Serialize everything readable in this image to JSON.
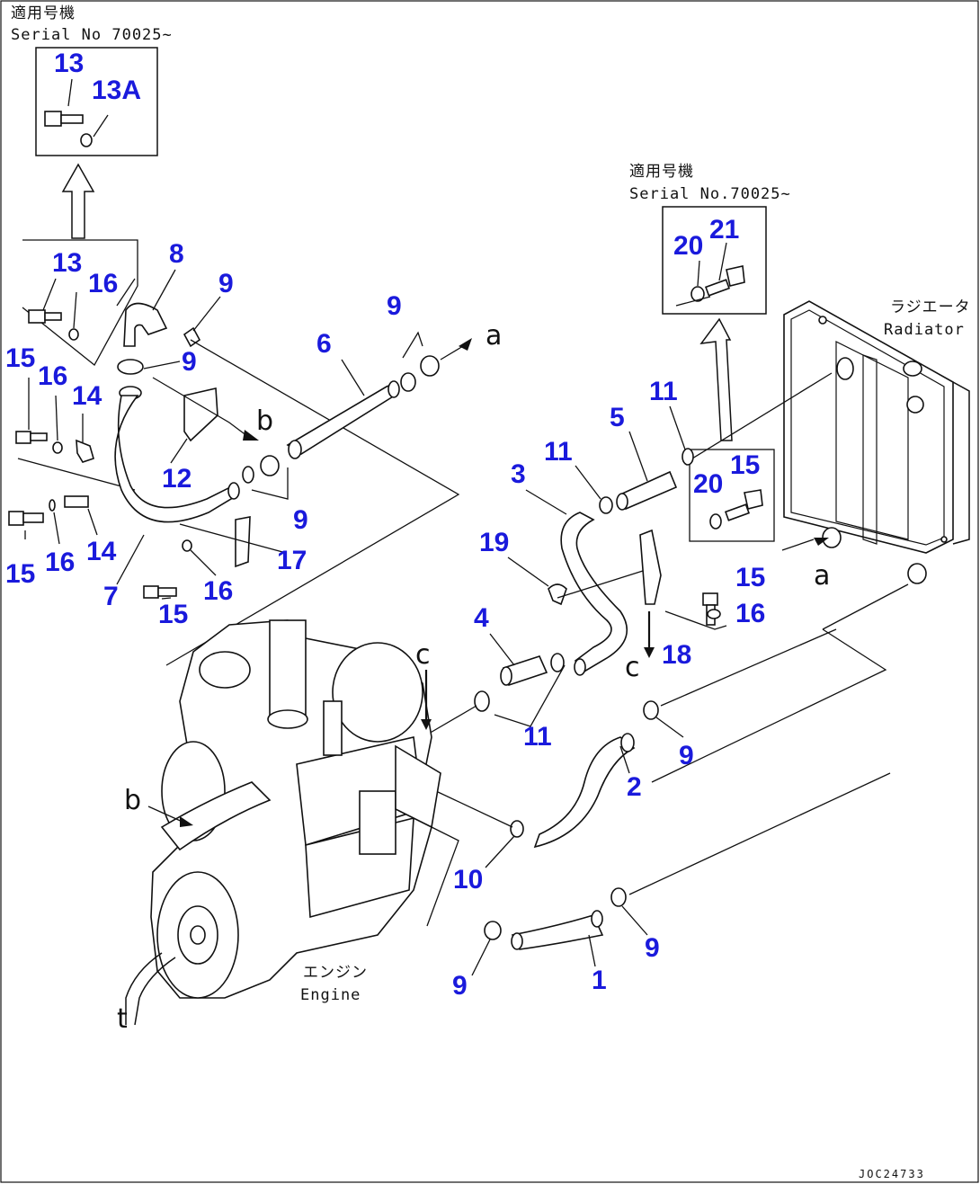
{
  "colors": {
    "callout": "#1a1adc",
    "line": "#111111",
    "background": "#ffffff"
  },
  "notes": {
    "top_left_jp": "適用号機",
    "top_left_serial": "Serial No 70025~",
    "mid_right_jp": "適用号機",
    "mid_right_serial": "Serial No.70025~",
    "radiator_jp": "ラジエータ",
    "radiator_en": "Radiator",
    "engine_jp": "エンジン",
    "engine_en": "Engine"
  },
  "letters": {
    "a1": "a",
    "a2": "a",
    "b1": "b",
    "b2": "b",
    "c1": "c",
    "c2": "c",
    "t1": "t"
  },
  "drawing_code": "JOC24733",
  "callouts": [
    "13",
    "13A",
    "13",
    "16",
    "8",
    "9",
    "9",
    "15",
    "16",
    "14",
    "12",
    "15",
    "16",
    "14",
    "7",
    "15",
    "16",
    "17",
    "9",
    "6",
    "9",
    "3",
    "11",
    "5",
    "11",
    "20",
    "21",
    "20",
    "15",
    "19",
    "15",
    "16",
    "18",
    "4",
    "11",
    "9",
    "2",
    "10",
    "9",
    "9",
    "1"
  ]
}
